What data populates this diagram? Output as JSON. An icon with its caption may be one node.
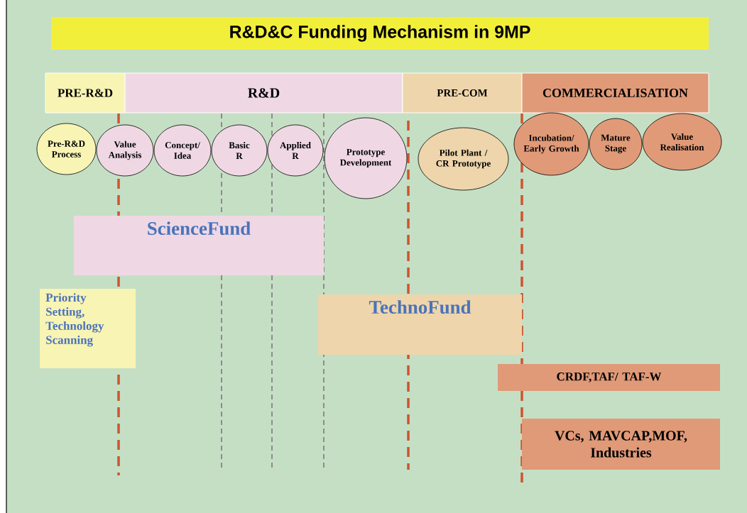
{
  "diagram": {
    "title": "R&D&C Funding Mechanism in 9MP",
    "nodes": [
      {
        "text": [
          "PRE-R&D"
        ]
      },
      {
        "text": [
          "R&D"
        ]
      },
      {
        "text": [
          "PRE-COM"
        ]
      },
      {
        "text": [
          "COMMERCIALISATION"
        ]
      },
      {
        "text": [
          "Pre-R&D Process"
        ]
      },
      {
        "text": [
          "Value Analysis"
        ]
      },
      {
        "text": [
          "Concept/ Idea"
        ]
      },
      {
        "text": [
          "Basic R"
        ]
      },
      {
        "text": [
          "Applied R"
        ]
      },
      {
        "text": [
          "Prototype Development"
        ]
      },
      {
        "text": [
          "Pilot Plant / CR Prototype"
        ]
      },
      {
        "text": [
          "Incubation/ Early Growth"
        ]
      },
      {
        "text": [
          "Mature Stage"
        ]
      },
      {
        "text": [
          "Value Realisation"
        ]
      },
      {
        "text": [
          "ScienceFund"
        ]
      },
      {
        "text": [
          "Priority Setting, Technology Scanning"
        ]
      },
      {
        "text": [
          "TechnoFund"
        ]
      },
      {
        "text": [
          "CRDF,TAF/ TAF-W"
        ]
      },
      {
        "text": [
          "VCs, MAVCAP,MOF, Industries"
        ]
      }
    ]
  }
}
